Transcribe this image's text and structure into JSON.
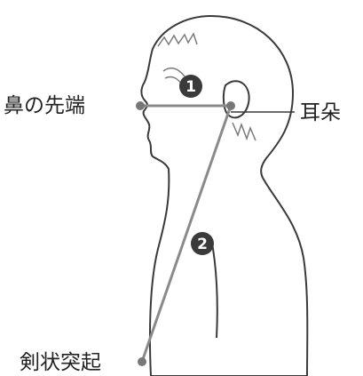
{
  "labels": {
    "nose_tip": "鼻の先端",
    "ear": "耳朵",
    "xiphoid": "剣状突起"
  },
  "markers": {
    "one": "1",
    "two": "2"
  },
  "colors": {
    "outline": "#3a3a3a",
    "measure_line": "#8a8a8a",
    "point": "#777777",
    "badge": "#3a3a3a",
    "label_text": "#222222"
  }
}
